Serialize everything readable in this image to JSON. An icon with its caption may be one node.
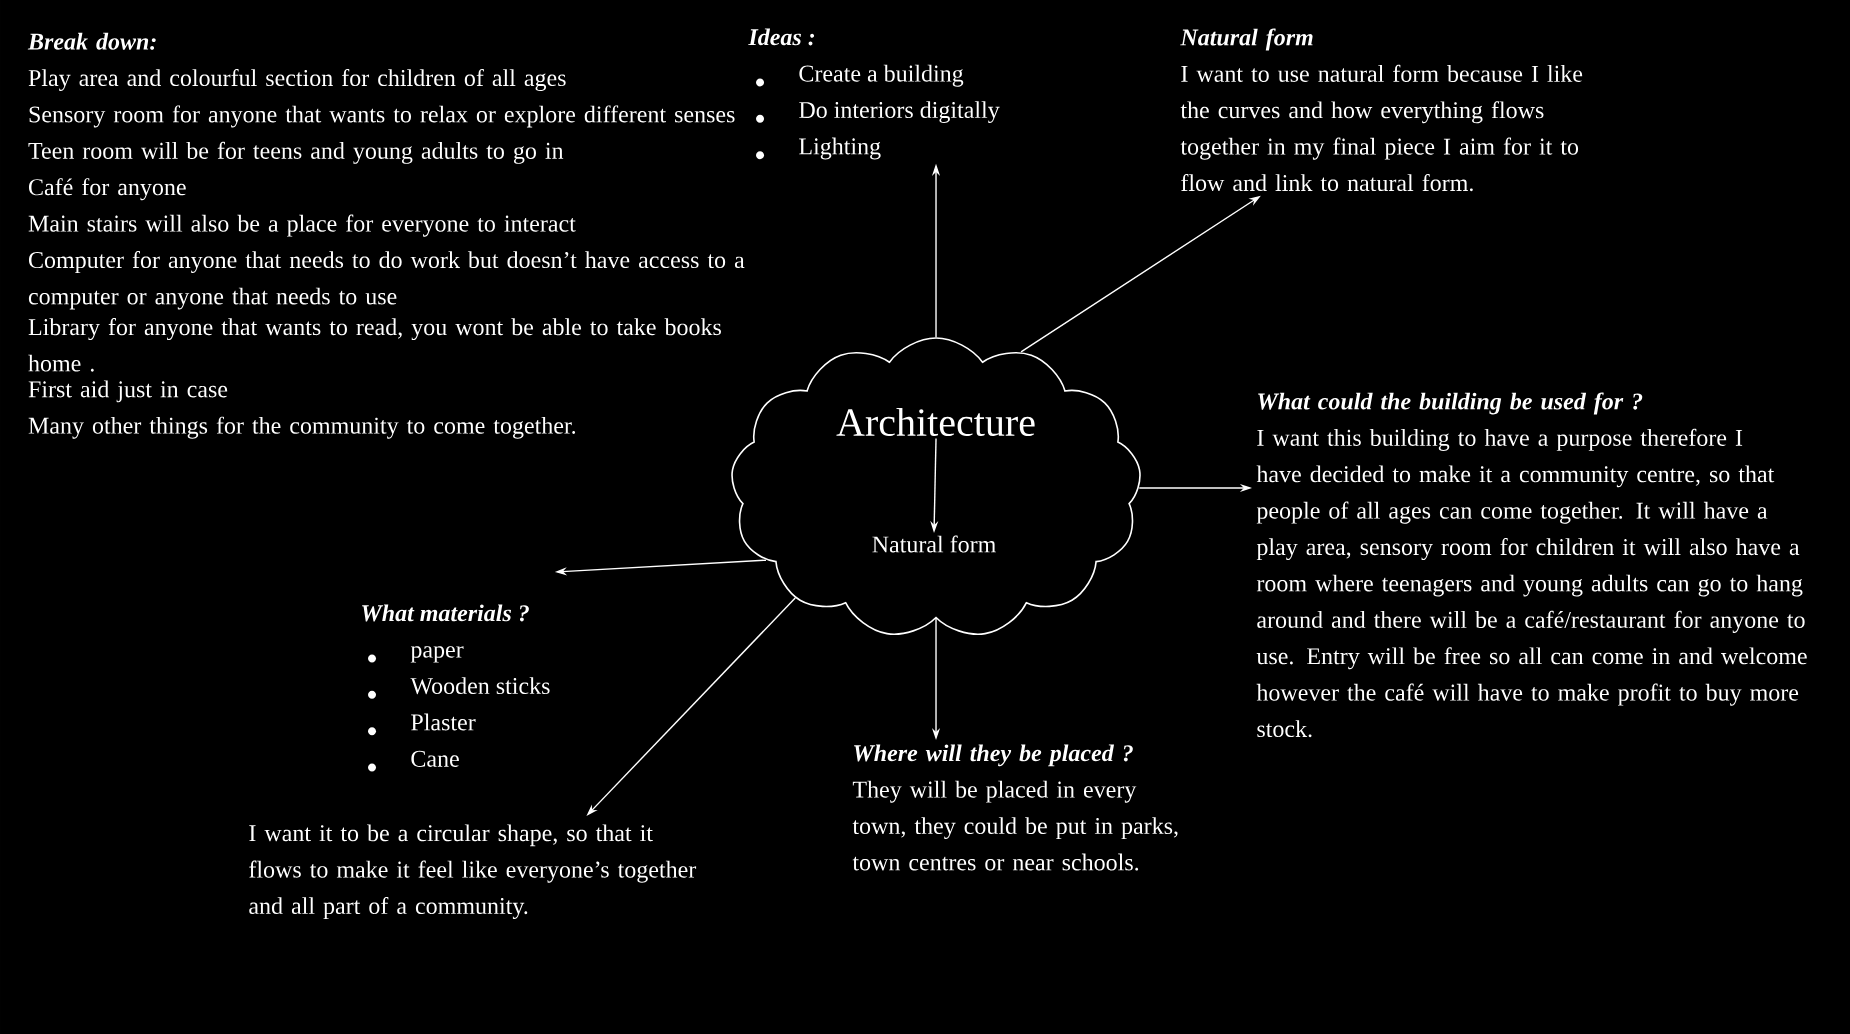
{
  "diagram": {
    "nodes": [
      {
        "text": [],
        "shape": "cloud"
      },
      {
        "text": [
          "Architecture"
        ],
        "in": 0
      },
      {
        "text": [
          "Natural form"
        ],
        "in": 0
      },
      {
        "text": [
          "Ideas :",
          "Create a building",
          "Do interiors digitally",
          "Lighting"
        ]
      },
      {
        "text": [
          "Natural form",
          "I want to use natural form because I like the curves and how everything flows together in my final piece I aim for it to flow and link to natural form."
        ]
      },
      {
        "text": [
          "What could the building be used for ?",
          "I want this building to have a purpose therefore I have decided to make it a community centre, so that people of all ages can come together. It will have a play area, sensory room for children it will also have a room where teenagers and young adults can go to hang around and there will be a café/restaurant for anyone to use. Entry will be free so all can come in and welcome however the café will have to make profit to buy more stock."
        ]
      },
      {
        "text": [
          "Where will they be placed ?",
          "They will be placed in every town, they could be put in parks, town centres or near schools."
        ]
      },
      {
        "text": [
          "What materials ?",
          "paper",
          "Wooden sticks",
          "Plaster",
          "Cane"
        ]
      },
      {
        "text": [
          "I want it to be a circular shape, so that it flows to make it feel like everyone’s together and all part of a community."
        ]
      }
    ],
    "edges": [
      {
        "from": 1,
        "to": 2,
        "arrow": "to"
      },
      {
        "from": 0,
        "to": 3,
        "arrow": "to"
      },
      {
        "from": 0,
        "to": 4,
        "arrow": "to"
      },
      {
        "from": 0,
        "to": 5,
        "arrow": "to"
      },
      {
        "from": 0,
        "to": 6,
        "arrow": "to"
      },
      {
        "from": 0,
        "to": 7,
        "arrow": "to"
      },
      {
        "from": 0,
        "to": 8,
        "arrow": "to"
      }
    ],
    "labels": [
      "Break down:",
      "Play area and colourful section for children of all ages",
      "Sensory room for anyone that wants to relax or explore different senses",
      "Teen room will be for teens and young adults to go in",
      "Café for anyone",
      "Main stairs will also be a place for everyone to interact",
      "Computer for anyone that needs to do work but doesn’t have access to a computer or anyone that needs to use",
      "Library for anyone that wants to read, you wont be able to take books home .",
      "First aid just in case",
      "Many other things for the community to come together."
    ]
  }
}
